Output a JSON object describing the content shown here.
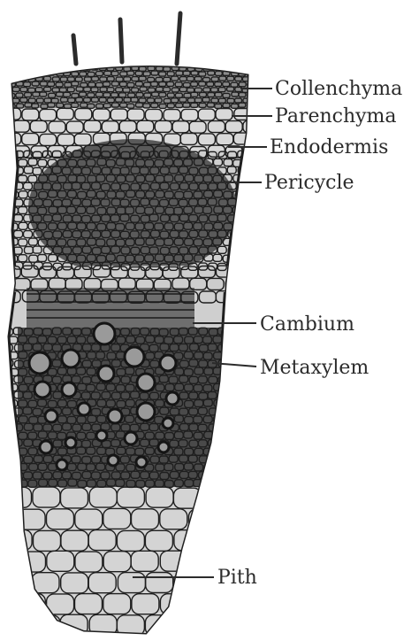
{
  "diagram": {
    "labels": {
      "collenchyma": "Collenchyma",
      "parenchyma": "Parenchyma",
      "endodermis": "Endodermis",
      "pericycle": "Pericycle",
      "cambium": "Cambium",
      "metaxylem": "Metaxylem",
      "pith": "Pith"
    }
  }
}
